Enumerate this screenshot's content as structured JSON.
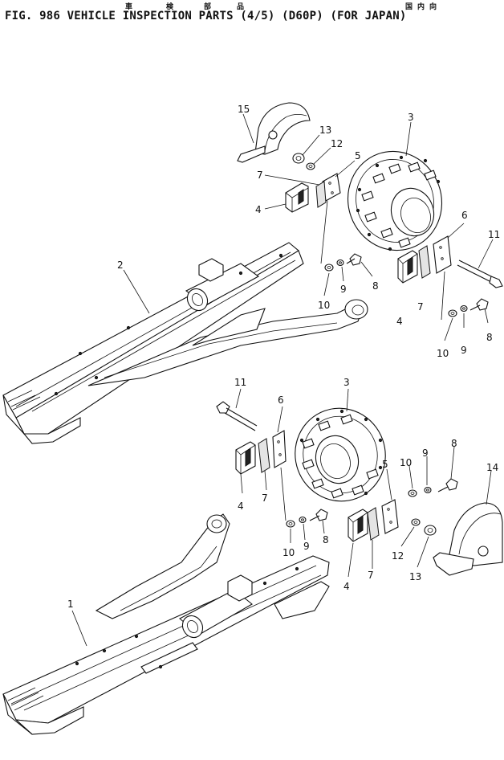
{
  "title": "FIG. 986  VEHICLE INSPECTION PARTS (4/5) (D60P) (FOR JAPAN)",
  "jp_glyphs": [
    "車",
    "検",
    "部",
    "品",
    "国",
    "内",
    "向"
  ],
  "callouts_upper": [
    "15",
    "13",
    "12",
    "5",
    "7",
    "4",
    "3",
    "6",
    "11",
    "2",
    "10",
    "9",
    "8",
    "7",
    "4",
    "10",
    "9",
    "8"
  ],
  "callouts_lower": [
    "11",
    "6",
    "3",
    "4",
    "7",
    "10",
    "9",
    "8",
    "5",
    "10",
    "9",
    "8",
    "14",
    "1",
    "4",
    "7",
    "12",
    "13"
  ]
}
